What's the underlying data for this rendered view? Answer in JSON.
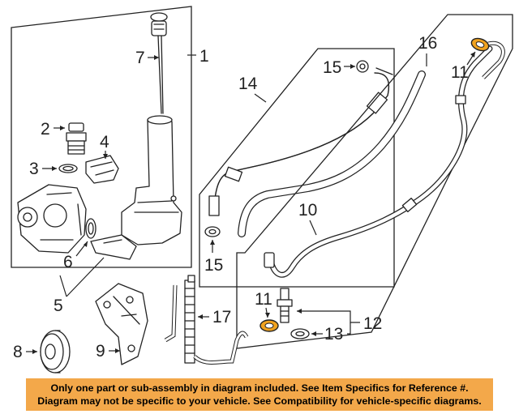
{
  "diagram": {
    "callouts": {
      "c1": "1",
      "c2": "2",
      "c3": "3",
      "c4": "4",
      "c5": "5",
      "c6": "6",
      "c7": "7",
      "c8": "8",
      "c9": "9",
      "c10": "10",
      "c11a": "11",
      "c11b": "11",
      "c12": "12",
      "c13": "13",
      "c14": "14",
      "c15a": "15",
      "c15b": "15",
      "c16": "16",
      "c17": "17"
    },
    "highlight_color": "#f0a21e"
  },
  "banner": {
    "line1": "Only one part or sub-assembly in diagram included. See Item Specifics for Reference #.",
    "line2": "Diagram may not be specific to your vehicle. See Compatibility for vehicle-specific diagrams.",
    "background": "#f3a84a"
  }
}
